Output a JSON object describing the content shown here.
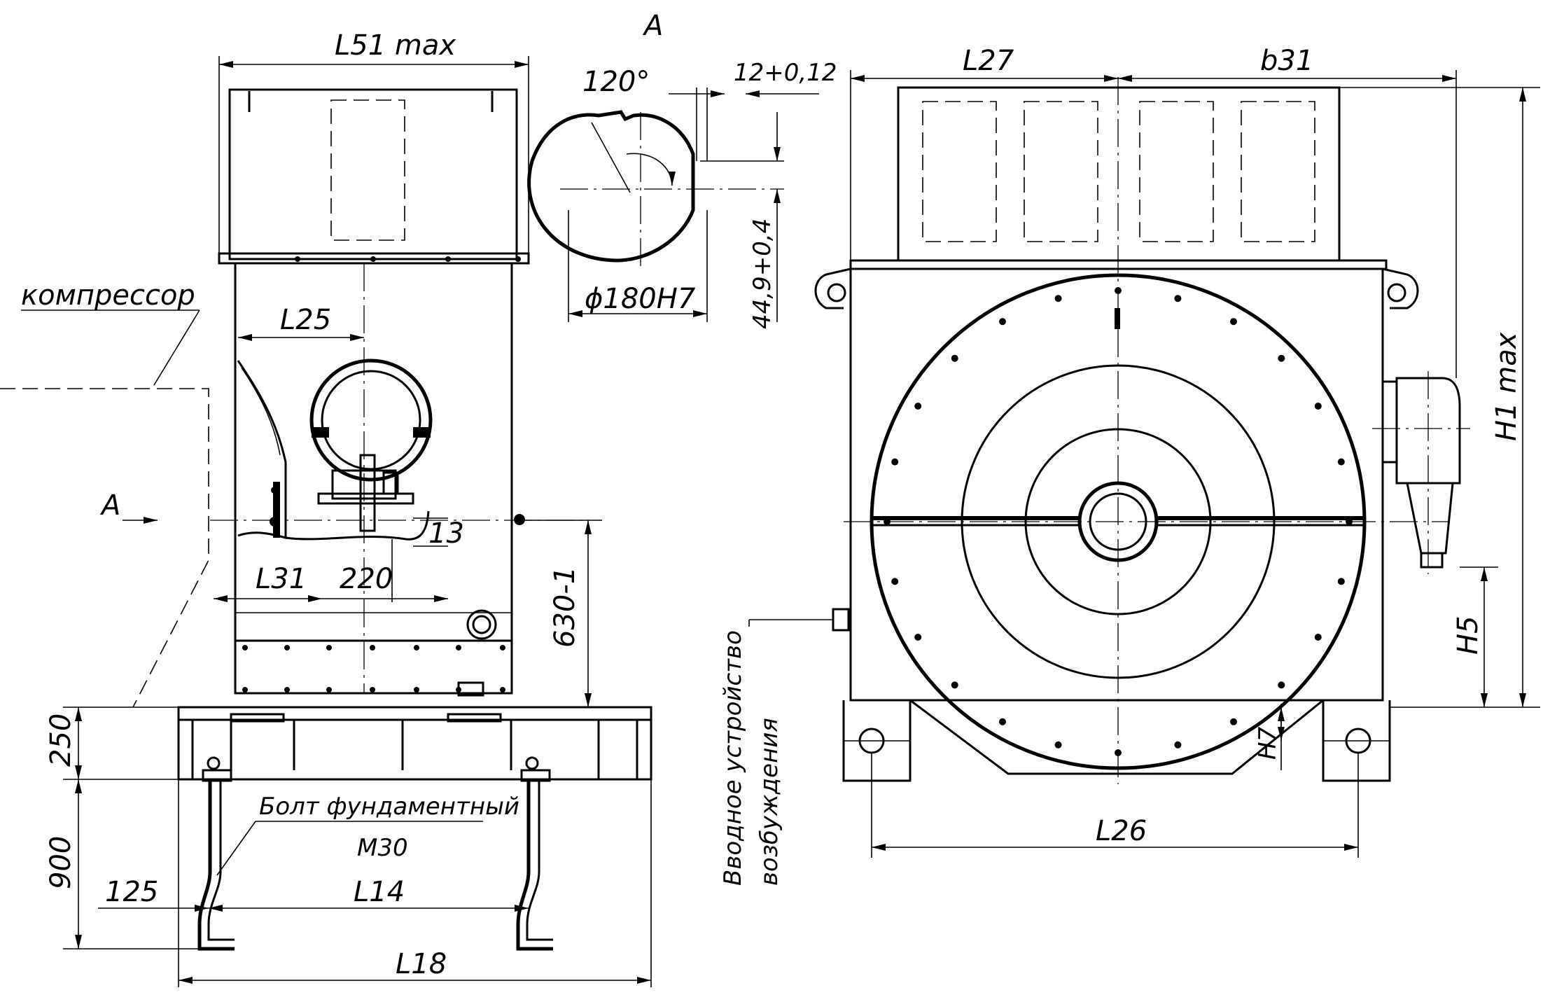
{
  "view_a": {
    "marker": "A",
    "arrow_label": "A"
  },
  "labels": {
    "l51": "L51 max",
    "compressor": "компрессор",
    "l25": "L25",
    "l31": "L31",
    "dim_220": "220",
    "dim_13": "13",
    "dim_630": "630-1",
    "dim_250": "250",
    "dim_900": "900",
    "dim_125": "125",
    "l14": "L14",
    "l18": "L18",
    "bolt_line1": "Болт фундаментный",
    "bolt_line2": "М30",
    "angle": "120°",
    "tol_12": "12+0,12",
    "diam": "ϕ180H7",
    "dim_449": "44,9+0,4",
    "l27": "L27",
    "b31": "b31",
    "h1": "H1 max",
    "h5": "H5",
    "h7": "H7",
    "l26": "L26",
    "terminal_line1": "Вводное устройство",
    "terminal_line2": "возбуждения"
  }
}
